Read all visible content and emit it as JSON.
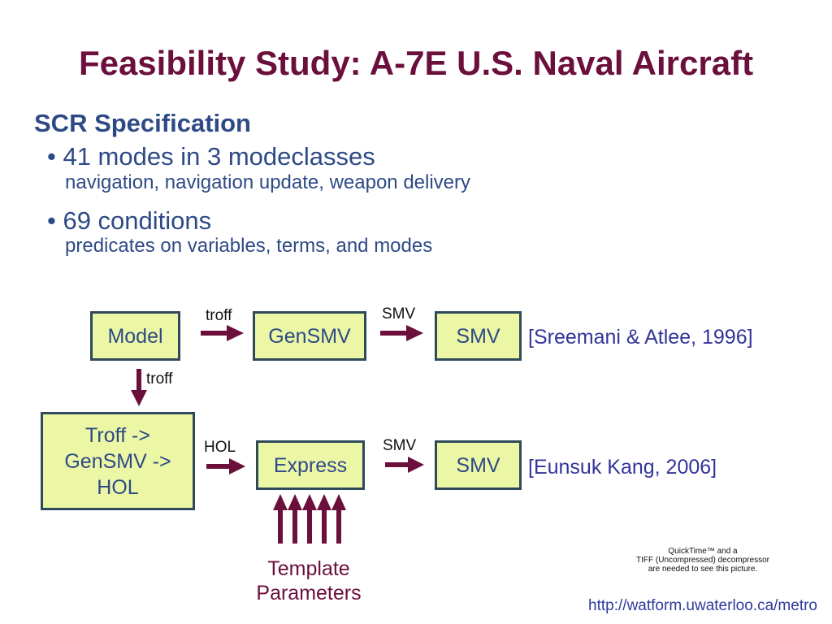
{
  "title": "Feasibility Study:  A-7E U.S. Naval Aircraft",
  "section_heading": "SCR Specification",
  "bullets": [
    {
      "text": "• 41 modes in 3 modeclasses",
      "sub": "navigation, navigation update, weapon delivery"
    },
    {
      "text": "• 69 conditions",
      "sub": "predicates on variables, terms, and modes"
    }
  ],
  "diagram": {
    "boxes": {
      "model": "Model",
      "gensmv": "GenSMV",
      "smv_top": "SMV",
      "troff_chain": [
        "Troff ->",
        "GenSMV ->",
        "HOL"
      ],
      "express": "Express",
      "smv_bottom": "SMV"
    },
    "edge_labels": {
      "model_to_gensmv": "troff",
      "gensmv_to_smv": "SMV",
      "model_down": "troff",
      "troff_to_express": "HOL",
      "express_to_smv": "SMV"
    },
    "citations": {
      "top": "[Sreemani & Atlee, 1996]",
      "bottom": "[Eunsuk Kang, 2006]"
    },
    "template_label": [
      "Template",
      "Parameters"
    ]
  },
  "quicktime_notice": [
    "QuickTime™ and a",
    "TIFF (Uncompressed) decompressor",
    "are needed to see this picture."
  ],
  "footer_url": "http://watform.uwaterloo.ca/metro",
  "colors": {
    "title": "#6b0f3c",
    "body_text": "#2e4a86",
    "box_fill": "#ecf7a6",
    "box_border": "#2f4a5a",
    "arrow": "#6b0f3c",
    "citation": "#34349a"
  }
}
